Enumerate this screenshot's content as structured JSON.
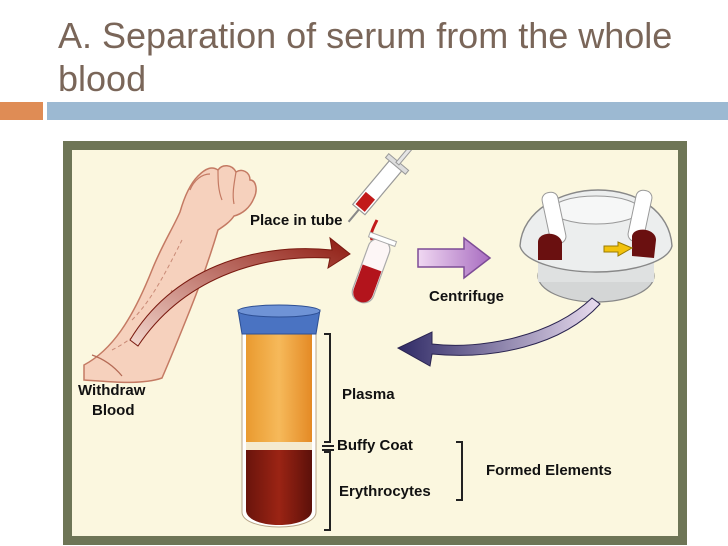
{
  "slide": {
    "title": "A. Separation of serum from the whole blood"
  },
  "diagram": {
    "labels": {
      "place_in_tube": "Place in tube",
      "centrifuge": "Centrifuge",
      "withdraw_line1": "Withdraw",
      "withdraw_line2": "Blood",
      "plasma": "Plasma",
      "buffy_coat": "Buffy Coat",
      "erythrocytes": "Erythrocytes",
      "formed_elements": "Formed Elements"
    }
  },
  "colors": {
    "title_text": "#7a6659",
    "accent_orange": "#df8c55",
    "accent_blue": "#9cb9d2",
    "frame": "#6e7556",
    "panel_bg": "#fbf7df",
    "plasma": "#f0a43a",
    "erythrocytes": "#7a1a10",
    "tube_cap": "#4a73c2"
  }
}
